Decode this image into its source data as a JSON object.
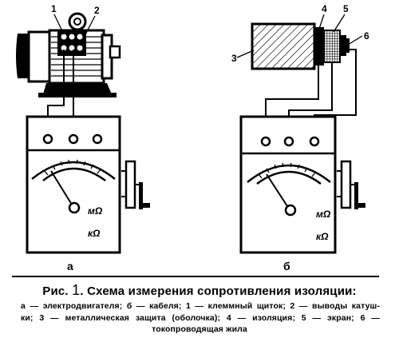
{
  "callouts": {
    "n1": "1",
    "n2": "2",
    "n3": "3",
    "n4": "4",
    "n5": "5",
    "n6": "6"
  },
  "meter_a": {
    "units_top": "мΩ",
    "units_bottom": "кΩ"
  },
  "meter_b": {
    "units_top": "мΩ",
    "units_bottom": "кΩ"
  },
  "labels": {
    "left": "а",
    "right": "б"
  },
  "caption": {
    "prefix": "Рис.",
    "number": "1",
    "title": ". Схема измерения сопротивления изоляции:",
    "line1": "а — электродвигателя; б — кабеля; 1 — клеммный щиток; 2 — выводы катуш-",
    "line2": "ки; 3 — металлическая защита (оболочка); 4 — изоляция; 5 — экран; 6 —",
    "line3": "токопроводящая жила"
  }
}
